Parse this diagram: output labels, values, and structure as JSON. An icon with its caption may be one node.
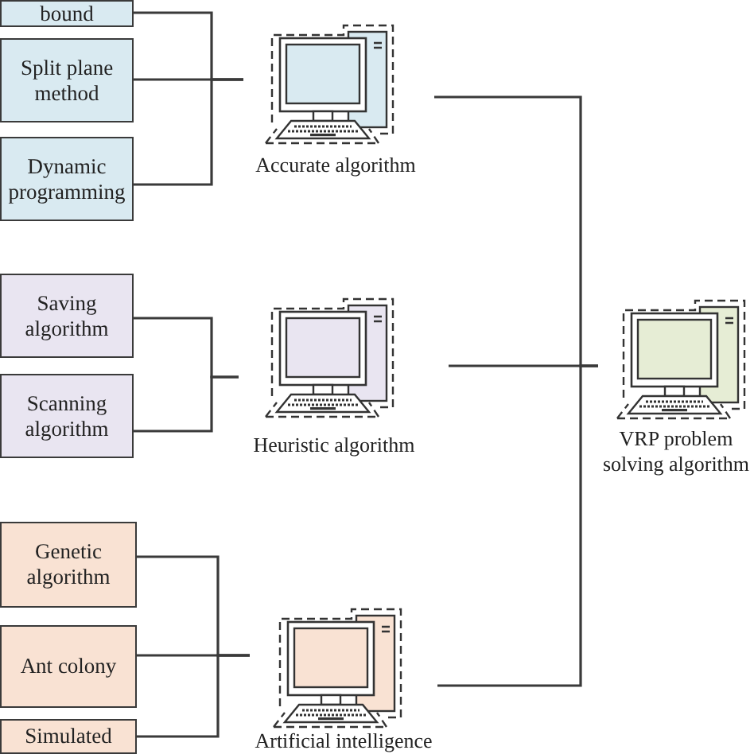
{
  "diagram": {
    "nodes": [
      {
        "text": [
          "bound"
        ]
      },
      {
        "text": [
          "Split plane method"
        ]
      },
      {
        "text": [
          "Dynamic programming"
        ]
      },
      {
        "text": [
          "Accurate algorithm"
        ]
      },
      {
        "text": [
          "Saving algorithm"
        ]
      },
      {
        "text": [
          "Scanning algorithm"
        ]
      },
      {
        "text": [
          "Heuristic algorithm"
        ]
      },
      {
        "text": [
          "Genetic algorithm"
        ]
      },
      {
        "text": [
          "Ant colony"
        ]
      },
      {
        "text": [
          "Simulated"
        ]
      },
      {
        "text": [
          "Artificial intelligence"
        ]
      },
      {
        "text": [
          "VRP problem solving algorithm"
        ]
      }
    ],
    "edges": [
      {
        "from": 0,
        "to": 3,
        "arrow": "none"
      },
      {
        "from": 1,
        "to": 3,
        "arrow": "none"
      },
      {
        "from": 2,
        "to": 3,
        "arrow": "none"
      },
      {
        "from": 4,
        "to": 6,
        "arrow": "none"
      },
      {
        "from": 5,
        "to": 6,
        "arrow": "none"
      },
      {
        "from": 7,
        "to": 10,
        "arrow": "none"
      },
      {
        "from": 8,
        "to": 10,
        "arrow": "none"
      },
      {
        "from": 9,
        "to": 10,
        "arrow": "none"
      },
      {
        "from": 3,
        "to": 11,
        "arrow": "none"
      },
      {
        "from": 6,
        "to": 11,
        "arrow": "none"
      },
      {
        "from": 10,
        "to": 11,
        "arrow": "none"
      }
    ]
  }
}
